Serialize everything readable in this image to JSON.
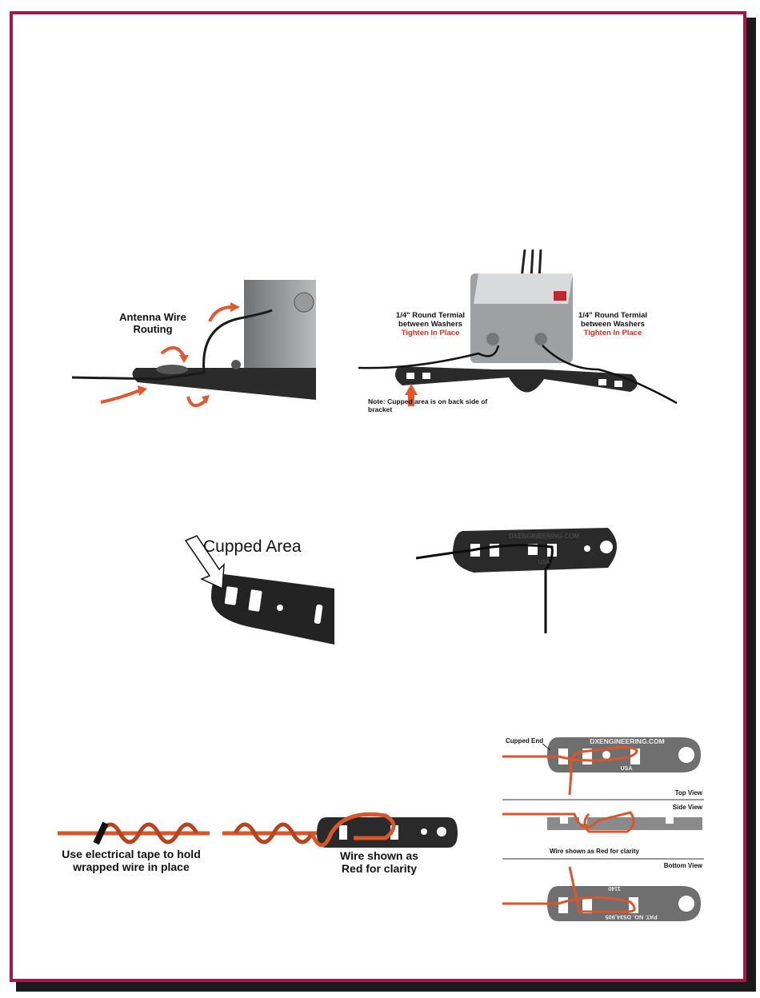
{
  "colors": {
    "border": "#a3174a",
    "accent": "#e4572e",
    "wire_red": "#d9562b",
    "bracket": "#2a2a2a"
  },
  "photo_top_left": {
    "label_line1": "Antenna Wire",
    "label_line2": "Routing"
  },
  "photo_top_right": {
    "left_label_line1": "1/4\" Round Termial",
    "left_label_line2": "between Washers",
    "left_label_red": "Tighten In Place",
    "right_label_line1": "1/4\" Round Termial",
    "right_label_line2": "between Washers",
    "right_label_red": "Tighten In Place",
    "note": "Note: Cupped area is on back side of bracket"
  },
  "photo_mid_left": {
    "label": "Cupped Area"
  },
  "photo_mid_right": {
    "marking_top": "DXENGINEERING.COM",
    "marking_bottom": "USA"
  },
  "diagram_bottom_left": {
    "tape_line1": "Use electrical tape to hold",
    "tape_line2": "wrapped wire in place",
    "wire_line1": "Wire shown as",
    "wire_line2": "Red for clarity"
  },
  "diagram_bottom_right": {
    "cupped_end": "Cupped End",
    "marking_top": "DXENGINEERING.COM",
    "marking_usa": "USA",
    "top_view": "Top View",
    "side_view": "Side View",
    "side_caption": "Wire shown as Red for clarity",
    "bottom_view": "Bottom View",
    "bottom_number": "1140",
    "patent": "PAT. NO. D534,905"
  }
}
